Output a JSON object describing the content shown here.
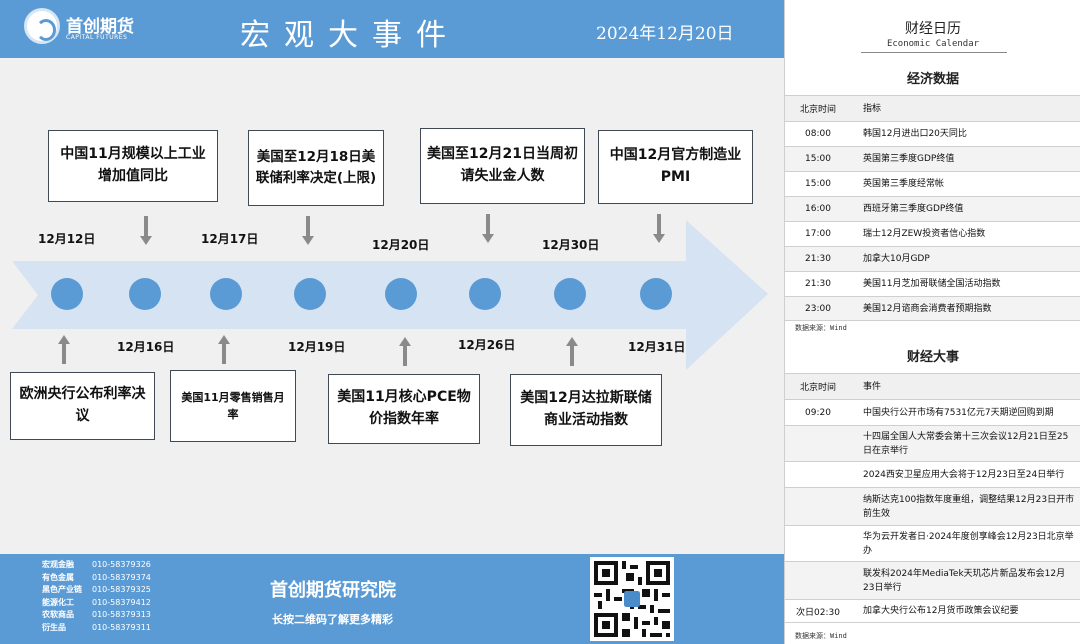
{
  "header": {
    "logo_cn": "首创期货",
    "logo_en": "CAPITAL FUTURES",
    "title": "宏观大事件",
    "date": "2024年12月20日"
  },
  "colors": {
    "brand_blue": "#5b9bd5",
    "arrow_band": "#d6e3f2",
    "grey_arrow": "#8a8a8a"
  },
  "timeline": {
    "top_events": [
      "中国11月规模以上工业增加值同比",
      "美国至12月18日美联储利率决定(上限)",
      "美国至12月21日当周初请失业金人数",
      "中国12月官方制造业PMI"
    ],
    "top_dates": [
      "12月12日",
      "12月17日",
      "12月20日",
      "12月30日"
    ],
    "bottom_dates": [
      "12月16日",
      "12月19日",
      "12月26日",
      "12月31日"
    ],
    "bottom_events": [
      "欧洲央行公布利率决议",
      "美国11月零售销售月率",
      "美国11月核心PCE物价指数年率",
      "美国12月达拉斯联储商业活动指数"
    ]
  },
  "footer": {
    "contacts": [
      {
        "label": "宏观金融",
        "phone": "010-58379326"
      },
      {
        "label": "有色金属",
        "phone": "010-58379374"
      },
      {
        "label": "黑色产业链",
        "phone": "010-58379325"
      },
      {
        "label": "能源化工",
        "phone": "010-58379412"
      },
      {
        "label": "农软商品",
        "phone": "010-58379313"
      },
      {
        "label": "衍生品",
        "phone": "010-58379311"
      }
    ],
    "institute": "首创期货研究院",
    "tagline": "长按二维码了解更多精彩"
  },
  "calendar": {
    "title": "财经日历",
    "title_en": "Economic Calendar",
    "econ_title": "经济数据",
    "econ_headers": [
      "北京时间",
      "指标"
    ],
    "econ_rows": [
      {
        "time": "08:00",
        "item": "韩国12月进出口20天同比"
      },
      {
        "time": "15:00",
        "item": "英国第三季度GDP终值"
      },
      {
        "time": "15:00",
        "item": "英国第三季度经常帐"
      },
      {
        "time": "16:00",
        "item": "西班牙第三季度GDP终值"
      },
      {
        "time": "17:00",
        "item": "瑞士12月ZEW投资者信心指数"
      },
      {
        "time": "21:30",
        "item": "加拿大10月GDP"
      },
      {
        "time": "21:30",
        "item": "美国11月芝加哥联储全国活动指数"
      },
      {
        "time": "23:00",
        "item": "美国12月谘商会消费者预期指数"
      }
    ],
    "source1": "数据来源：Wind",
    "events_title": "财经大事",
    "events_headers": [
      "北京时间",
      "事件"
    ],
    "events_rows": [
      {
        "time": "09:20",
        "item": "中国央行公开市场有7531亿元7天期逆回购到期"
      },
      {
        "time": "",
        "item": "十四届全国人大常委会第十三次会议12月21日至25日在京举行"
      },
      {
        "time": "",
        "item": "2024西安卫星应用大会将于12月23日至24日举行"
      },
      {
        "time": "",
        "item": "纳斯达克100指数年度重组，调整结果12月23日开市前生效"
      },
      {
        "time": "",
        "item": "华为云开发者日·2024年度创享峰会12月23日北京举办"
      },
      {
        "time": "",
        "item": "联发科2024年MediaTek天玑芯片新品发布会12月23日举行"
      },
      {
        "time": "次日02:30",
        "item": "加拿大央行公布12月货币政策会议纪要"
      }
    ],
    "source2": "数据来源：Wind"
  }
}
